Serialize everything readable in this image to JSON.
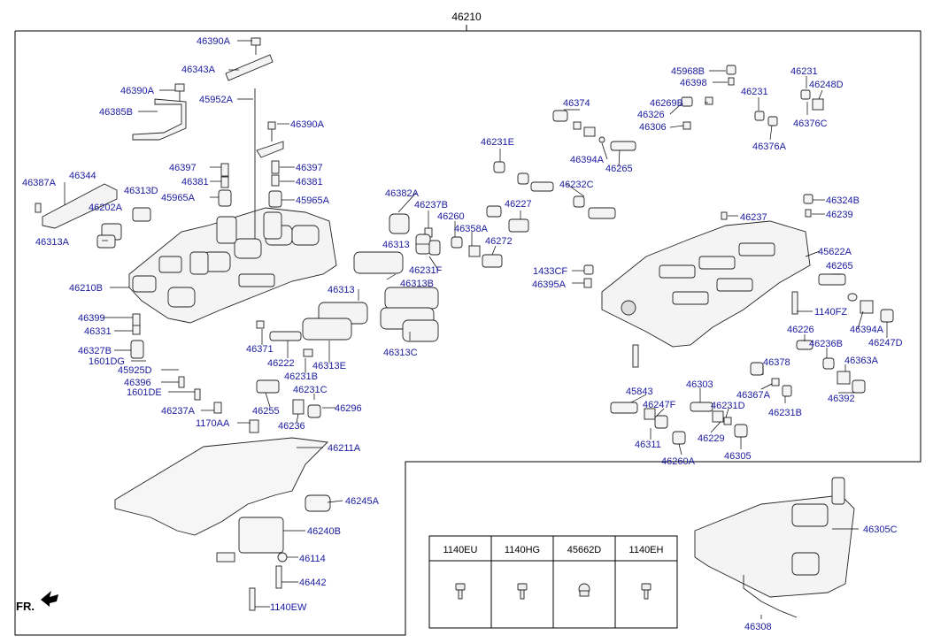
{
  "assembly_label": "46210",
  "part_labels": [
    "46390A",
    "46343A",
    "46390A",
    "45952A",
    "46385B",
    "46390A",
    "46397",
    "46381",
    "45965A",
    "46397",
    "46381",
    "45965A",
    "46387A",
    "46344",
    "46313D",
    "46202A",
    "46313A",
    "46210B",
    "46399",
    "46331",
    "46327B",
    "1601DG",
    "45925D",
    "46396",
    "1601DE",
    "46237A",
    "46382A",
    "46237B",
    "46260",
    "46358A",
    "46313",
    "46231F",
    "46313B",
    "46313",
    "46313C",
    "46371",
    "46222",
    "46313E",
    "46231B",
    "46231C",
    "46255",
    "46296",
    "1170AA",
    "46236",
    "46211A",
    "46245A",
    "46240B",
    "46114",
    "46442",
    "1140EW",
    "46374",
    "46231E",
    "46394A",
    "46265",
    "46232C",
    "46227",
    "46272",
    "45968B",
    "46398",
    "46269B",
    "46326",
    "46306",
    "46231",
    "46248D",
    "46231",
    "46376C",
    "46376A",
    "46324B",
    "46239",
    "46237",
    "45622A",
    "1433CF",
    "46395A",
    "46265",
    "1140FZ",
    "46394A",
    "46247D",
    "46226",
    "46236B",
    "46378",
    "46363A",
    "46367A",
    "46231B",
    "46392",
    "45843",
    "46247F",
    "46303",
    "46231D",
    "46229",
    "46311",
    "46260A",
    "46305",
    "46305C",
    "46308"
  ],
  "bolt_table": {
    "headers": [
      "1140EU",
      "1140HG",
      "45662D",
      "1140EH"
    ]
  },
  "direction_label": "FR."
}
